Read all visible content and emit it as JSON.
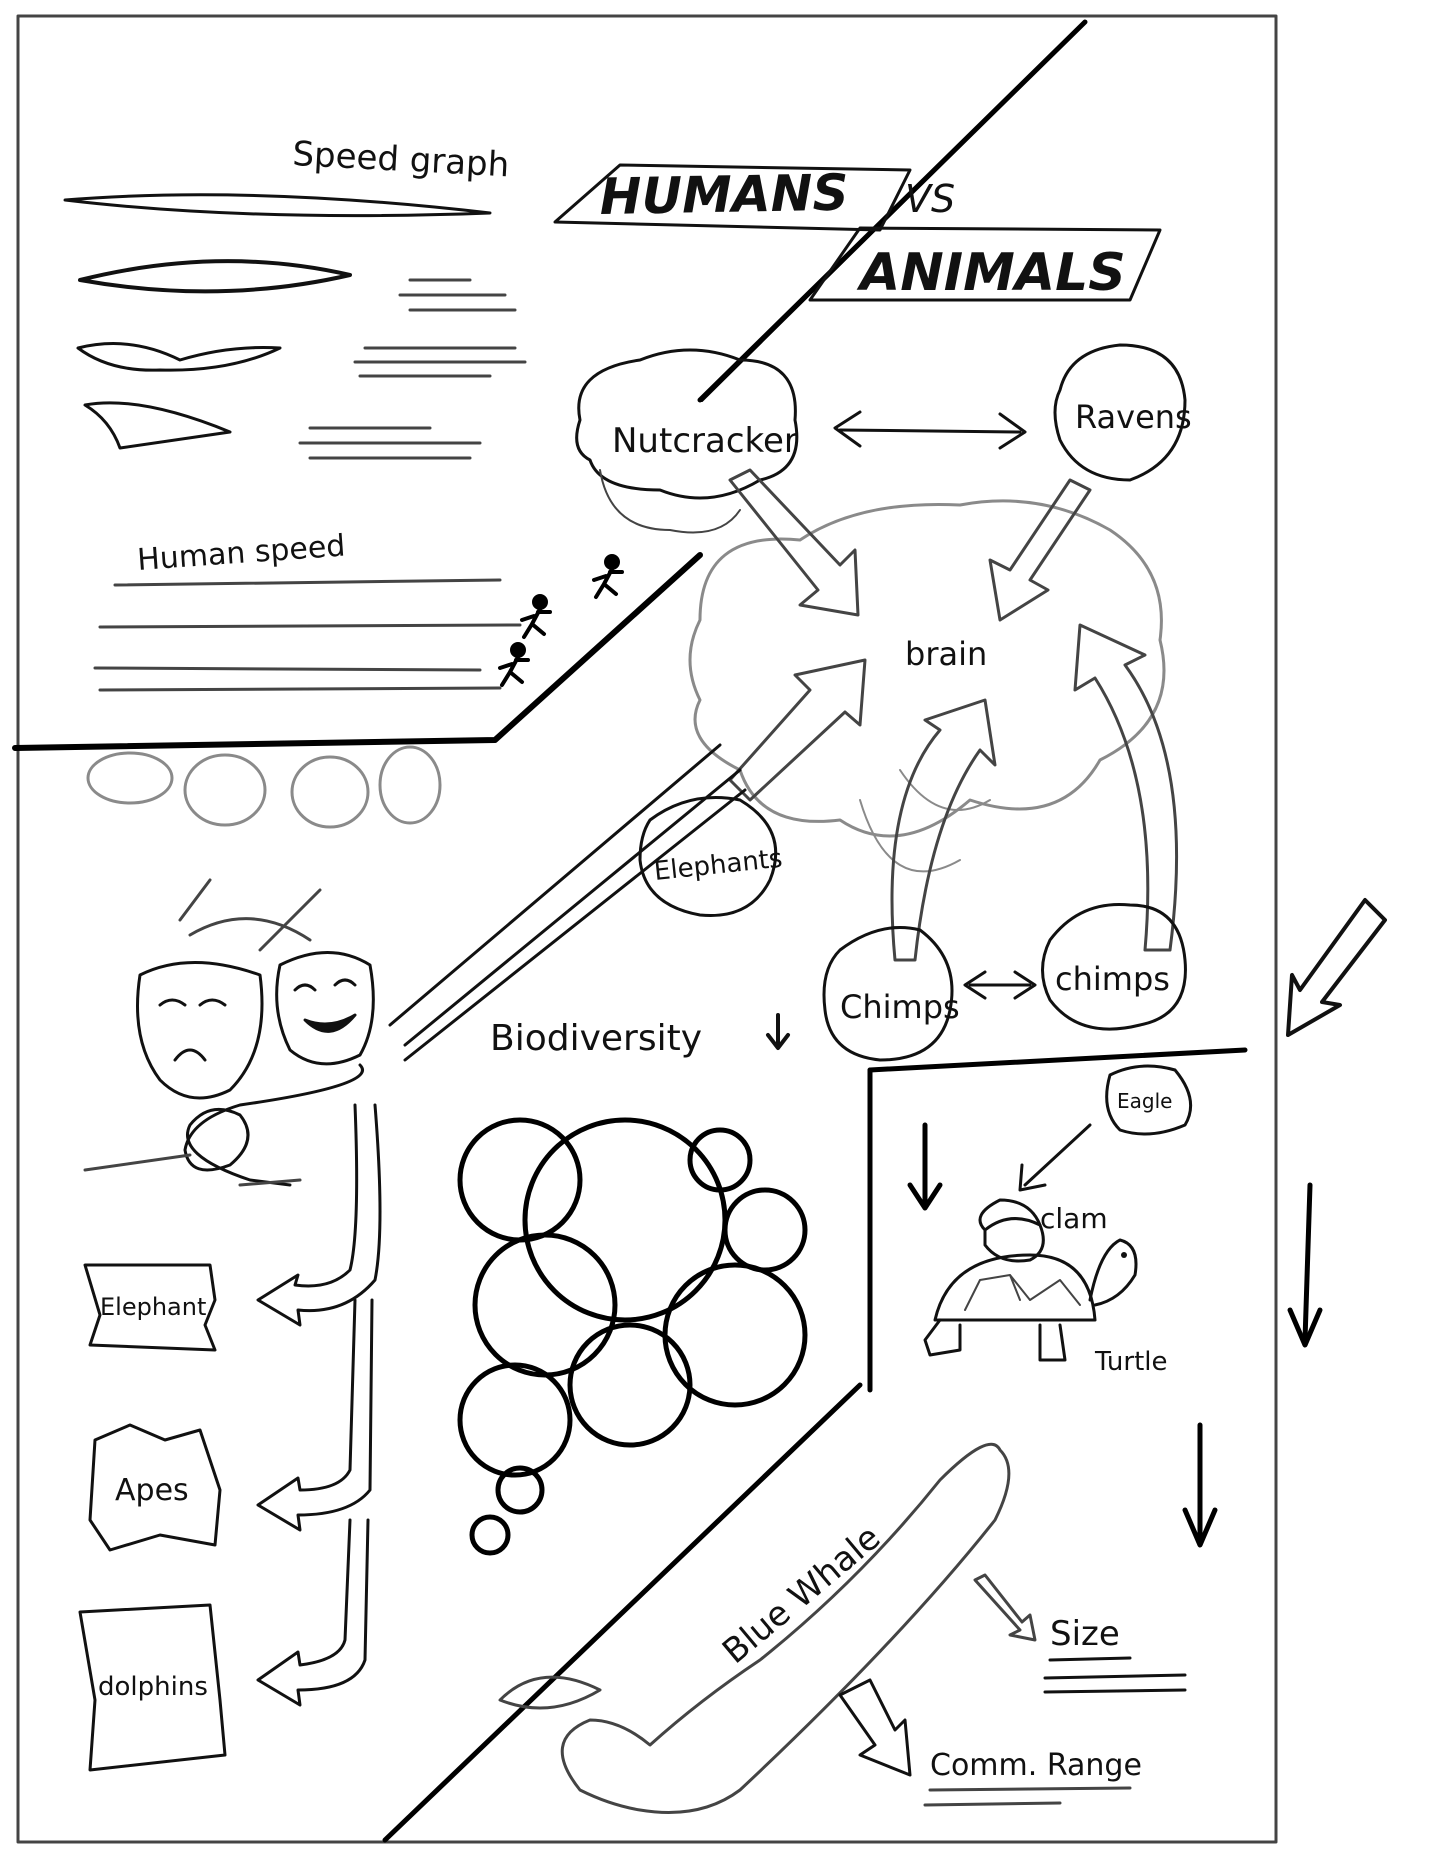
{
  "title": {
    "line1": "HUMANS",
    "line2": "VS",
    "line3": "ANIMALS"
  },
  "speed": {
    "graph_label": "Speed graph",
    "human_label": "Human speed"
  },
  "brain": {
    "center_label": "brain",
    "nutcracker": "Nutcracker",
    "ravens": "Ravens",
    "elephants": "Elephants",
    "chimps_left": "Chimps",
    "chimps_right": "chimps"
  },
  "emotions": {
    "items": [
      "Elephant",
      "Apes",
      "dolphins"
    ]
  },
  "biodiversity": {
    "label": "Biodiversity"
  },
  "food_chain": {
    "eagle": "Eagle",
    "clam": "clam",
    "turtle": "Turtle"
  },
  "whale": {
    "label": "Blue Whale",
    "size": "Size",
    "range": "Comm. Range"
  },
  "colors": {
    "ink": "#111111",
    "pencil": "#444444",
    "paper": "#ffffff"
  }
}
